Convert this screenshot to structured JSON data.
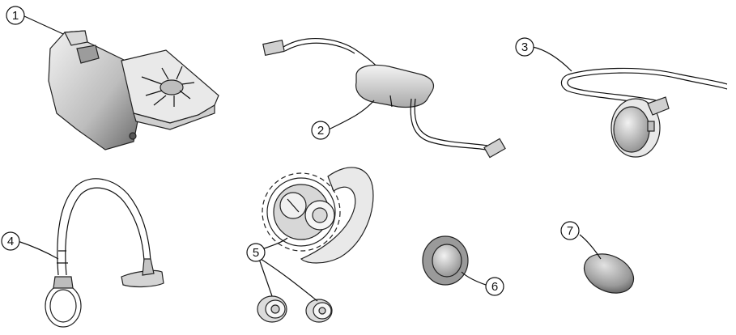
{
  "figure": {
    "callouts": [
      {
        "id": "1",
        "label": "1"
      },
      {
        "id": "2",
        "label": "2"
      },
      {
        "id": "3",
        "label": "3"
      },
      {
        "id": "4",
        "label": "4"
      },
      {
        "id": "5",
        "label": "5"
      },
      {
        "id": "6",
        "label": "6"
      },
      {
        "id": "7",
        "label": "7"
      }
    ],
    "colors": {
      "line": "#111111",
      "part_light": "#e6e6e6",
      "part_mid": "#b8b8b8",
      "part_dark": "#6e6e6e",
      "background": "#ffffff"
    }
  }
}
